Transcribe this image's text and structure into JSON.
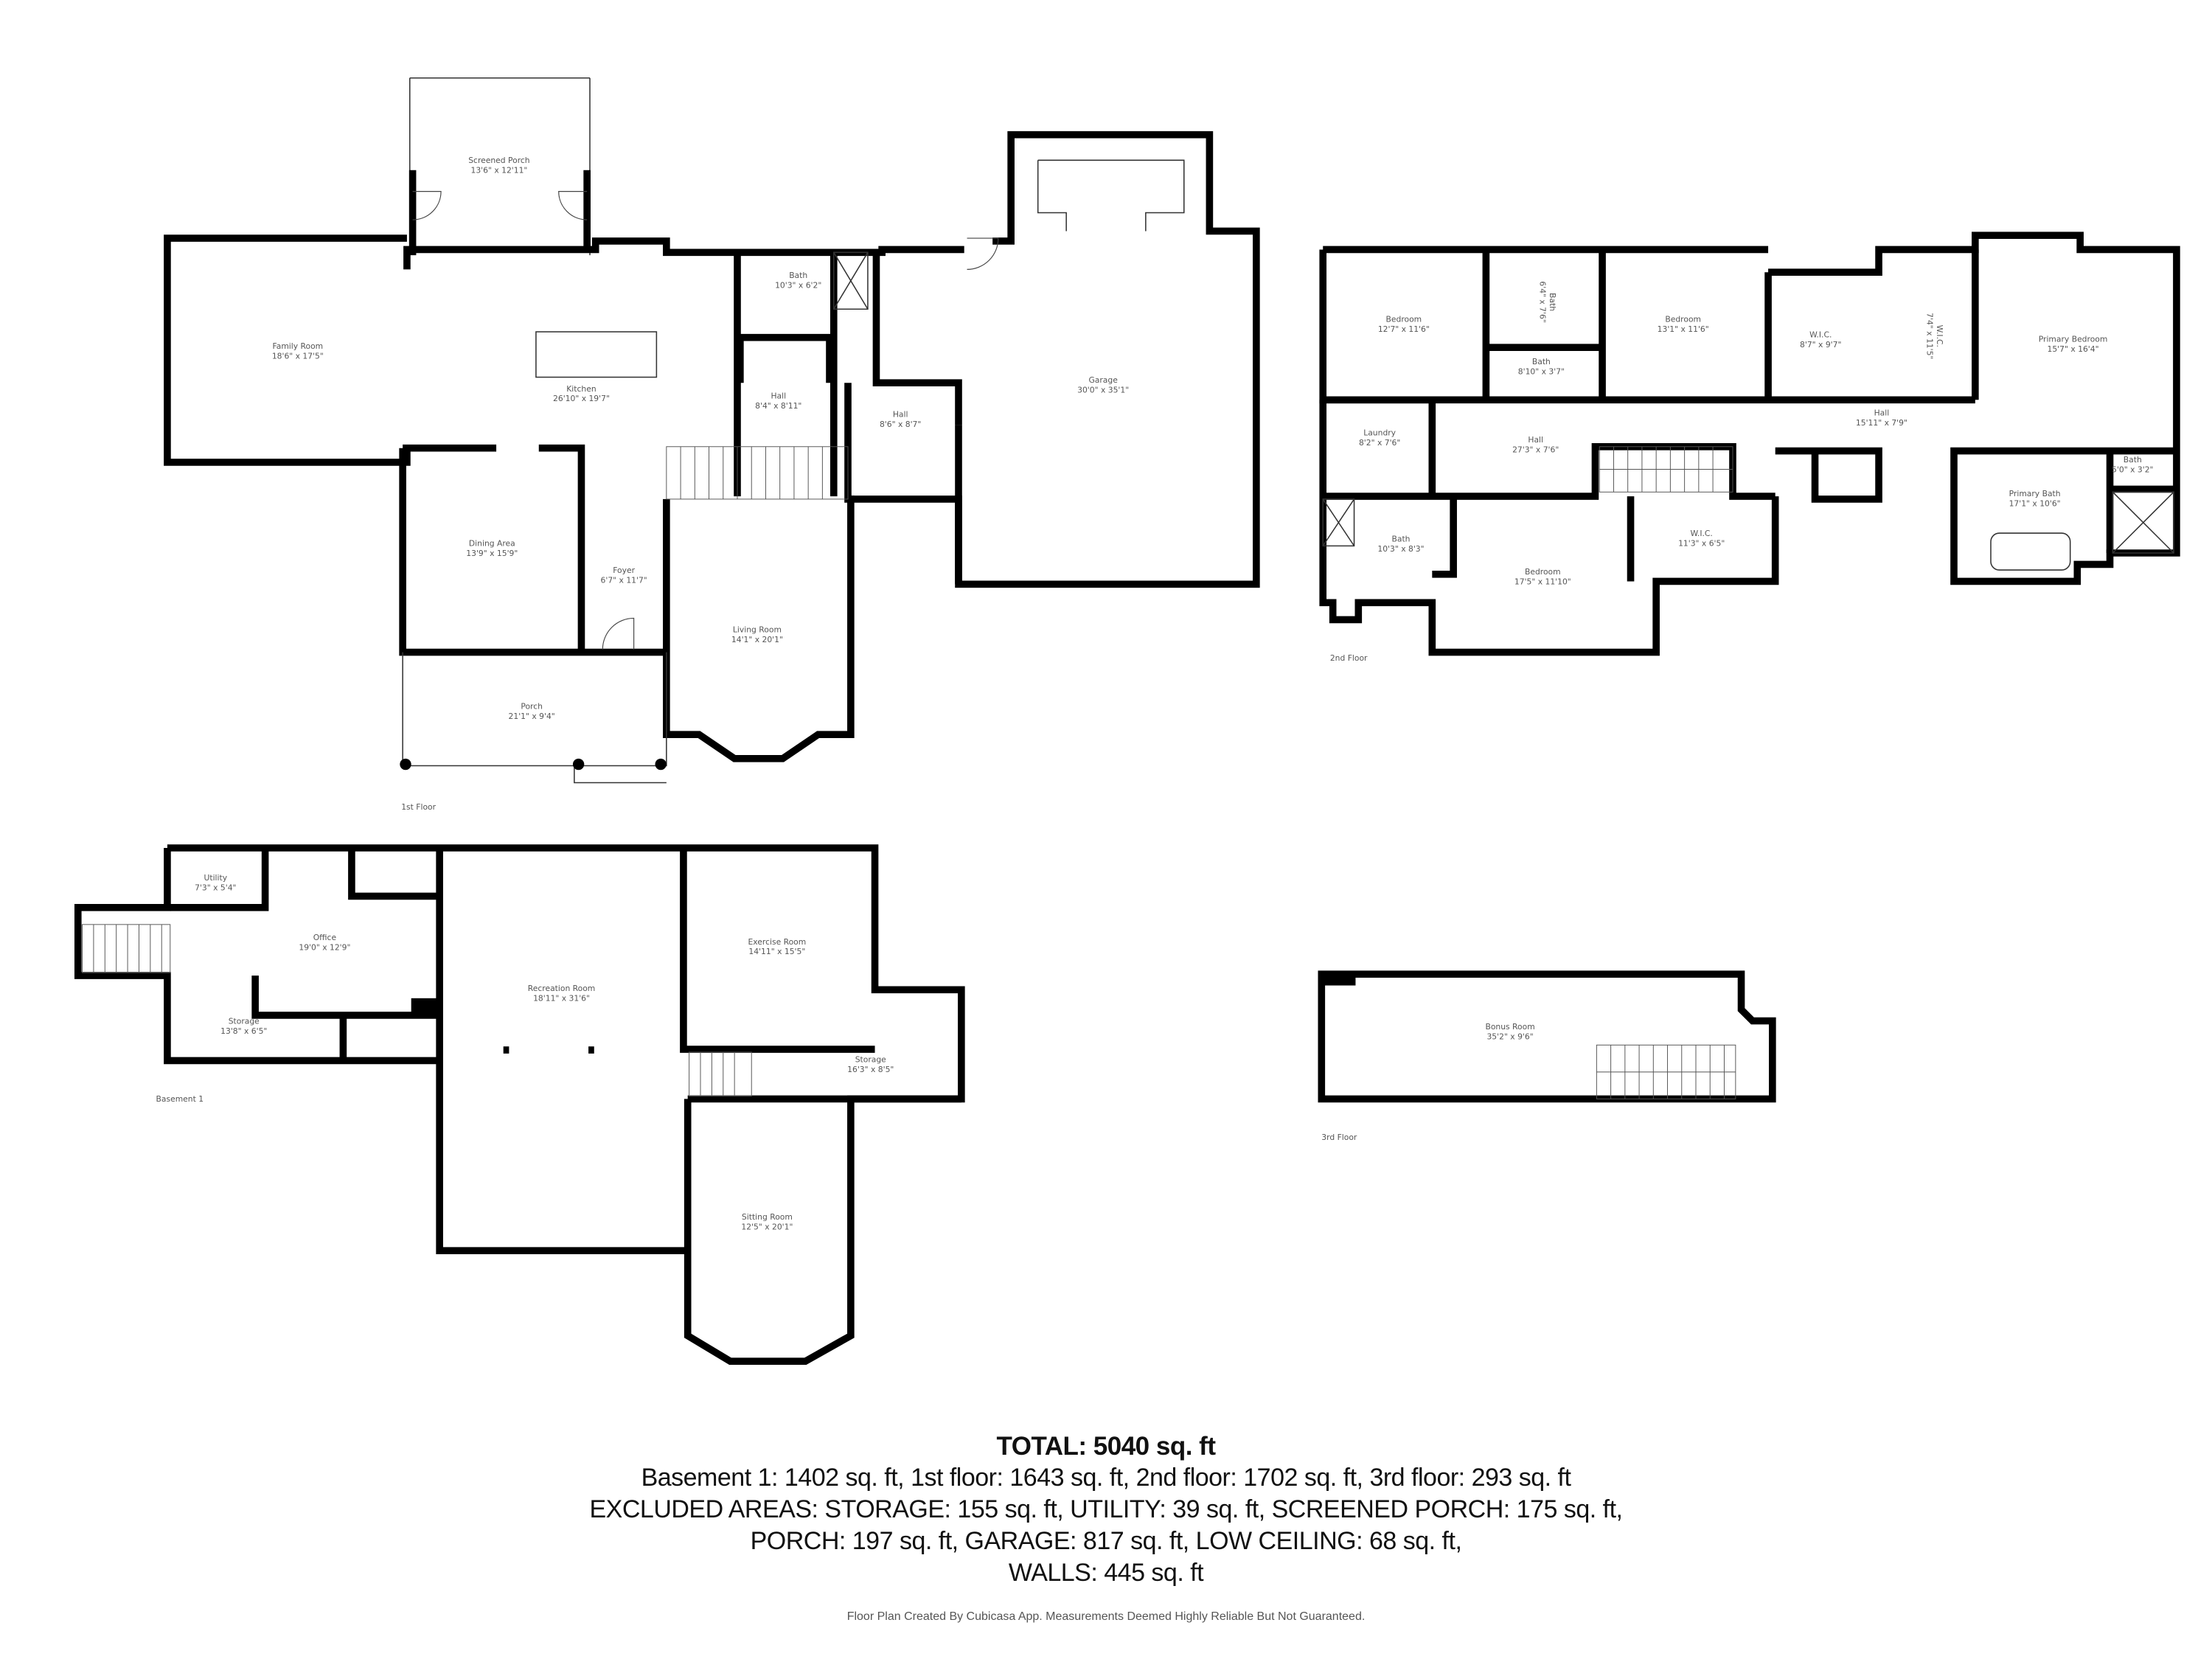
{
  "floors": [
    {
      "label": "1st Floor",
      "rooms": [
        {
          "name": "Screened Porch",
          "dims": "13'6\" x 12'11\""
        },
        {
          "name": "Family Room",
          "dims": "18'6\" x 17'5\""
        },
        {
          "name": "Kitchen",
          "dims": "26'10\" x 19'7\""
        },
        {
          "name": "Bath",
          "dims": "10'3\" x 6'2\""
        },
        {
          "name": "Hall",
          "dims": "8'4\" x 8'11\""
        },
        {
          "name": "Hall",
          "dims": "8'6\" x 8'7\""
        },
        {
          "name": "Garage",
          "dims": "30'0\" x 35'1\""
        },
        {
          "name": "Dining Area",
          "dims": "13'9\" x 15'9\""
        },
        {
          "name": "Foyer",
          "dims": "6'7\" x 11'7\""
        },
        {
          "name": "Living Room",
          "dims": "14'1\" x 20'1\""
        },
        {
          "name": "Porch",
          "dims": "21'1\" x 9'4\""
        }
      ]
    },
    {
      "label": "2nd Floor",
      "rooms": [
        {
          "name": "Bedroom",
          "dims": "12'7\" x 11'6\""
        },
        {
          "name": "Bath",
          "dims": "6'4\" x 7'6\""
        },
        {
          "name": "Bath",
          "dims": "8'10\" x 3'7\""
        },
        {
          "name": "Bedroom",
          "dims": "13'1\" x 11'6\""
        },
        {
          "name": "W.I.C.",
          "dims": "8'7\" x 9'7\""
        },
        {
          "name": "W.I.C.",
          "dims": "7'4\" x 11'5\""
        },
        {
          "name": "Primary Bedroom",
          "dims": "15'7\" x 16'4\""
        },
        {
          "name": "Laundry",
          "dims": "8'2\" x 7'6\""
        },
        {
          "name": "Hall",
          "dims": "27'3\" x 7'6\""
        },
        {
          "name": "Hall",
          "dims": "15'11\" x 7'9\""
        },
        {
          "name": "Bath",
          "dims": "10'3\" x 8'3\""
        },
        {
          "name": "Bedroom",
          "dims": "17'5\" x 11'10\""
        },
        {
          "name": "W.I.C.",
          "dims": "11'3\" x 6'5\""
        },
        {
          "name": "Primary Bath",
          "dims": "17'1\" x 10'6\""
        },
        {
          "name": "Bath",
          "dims": "5'0\" x 3'2\""
        }
      ]
    },
    {
      "label": "Basement 1",
      "rooms": [
        {
          "name": "Utility",
          "dims": "7'3\" x 5'4\""
        },
        {
          "name": "Office",
          "dims": "19'0\" x 12'9\""
        },
        {
          "name": "Storage",
          "dims": "13'8\" x 6'5\""
        },
        {
          "name": "Recreation Room",
          "dims": "18'11\" x 31'6\""
        },
        {
          "name": "Exercise Room",
          "dims": "14'11\" x 15'5\""
        },
        {
          "name": "Storage",
          "dims": "16'3\" x 8'5\""
        },
        {
          "name": "Sitting Room",
          "dims": "12'5\" x 20'1\""
        }
      ]
    },
    {
      "label": "3rd Floor",
      "rooms": [
        {
          "name": "Bonus Room",
          "dims": "35'2\" x 9'6\""
        }
      ]
    }
  ],
  "summary": {
    "total": "TOTAL: 5040 sq. ft",
    "lines": [
      "Basement 1: 1402 sq. ft, 1st floor: 1643 sq. ft, 2nd floor: 1702 sq. ft, 3rd floor: 293 sq. ft",
      "EXCLUDED AREAS: STORAGE: 155 sq. ft, UTILITY: 39 sq. ft, SCREENED PORCH: 175 sq. ft,",
      "PORCH: 197 sq. ft, GARAGE: 817 sq. ft, LOW CEILING: 68 sq. ft,",
      "WALLS: 445 sq. ft"
    ]
  },
  "footer": "Floor Plan Created By Cubicasa App. Measurements Deemed Highly Reliable But Not Guaranteed."
}
